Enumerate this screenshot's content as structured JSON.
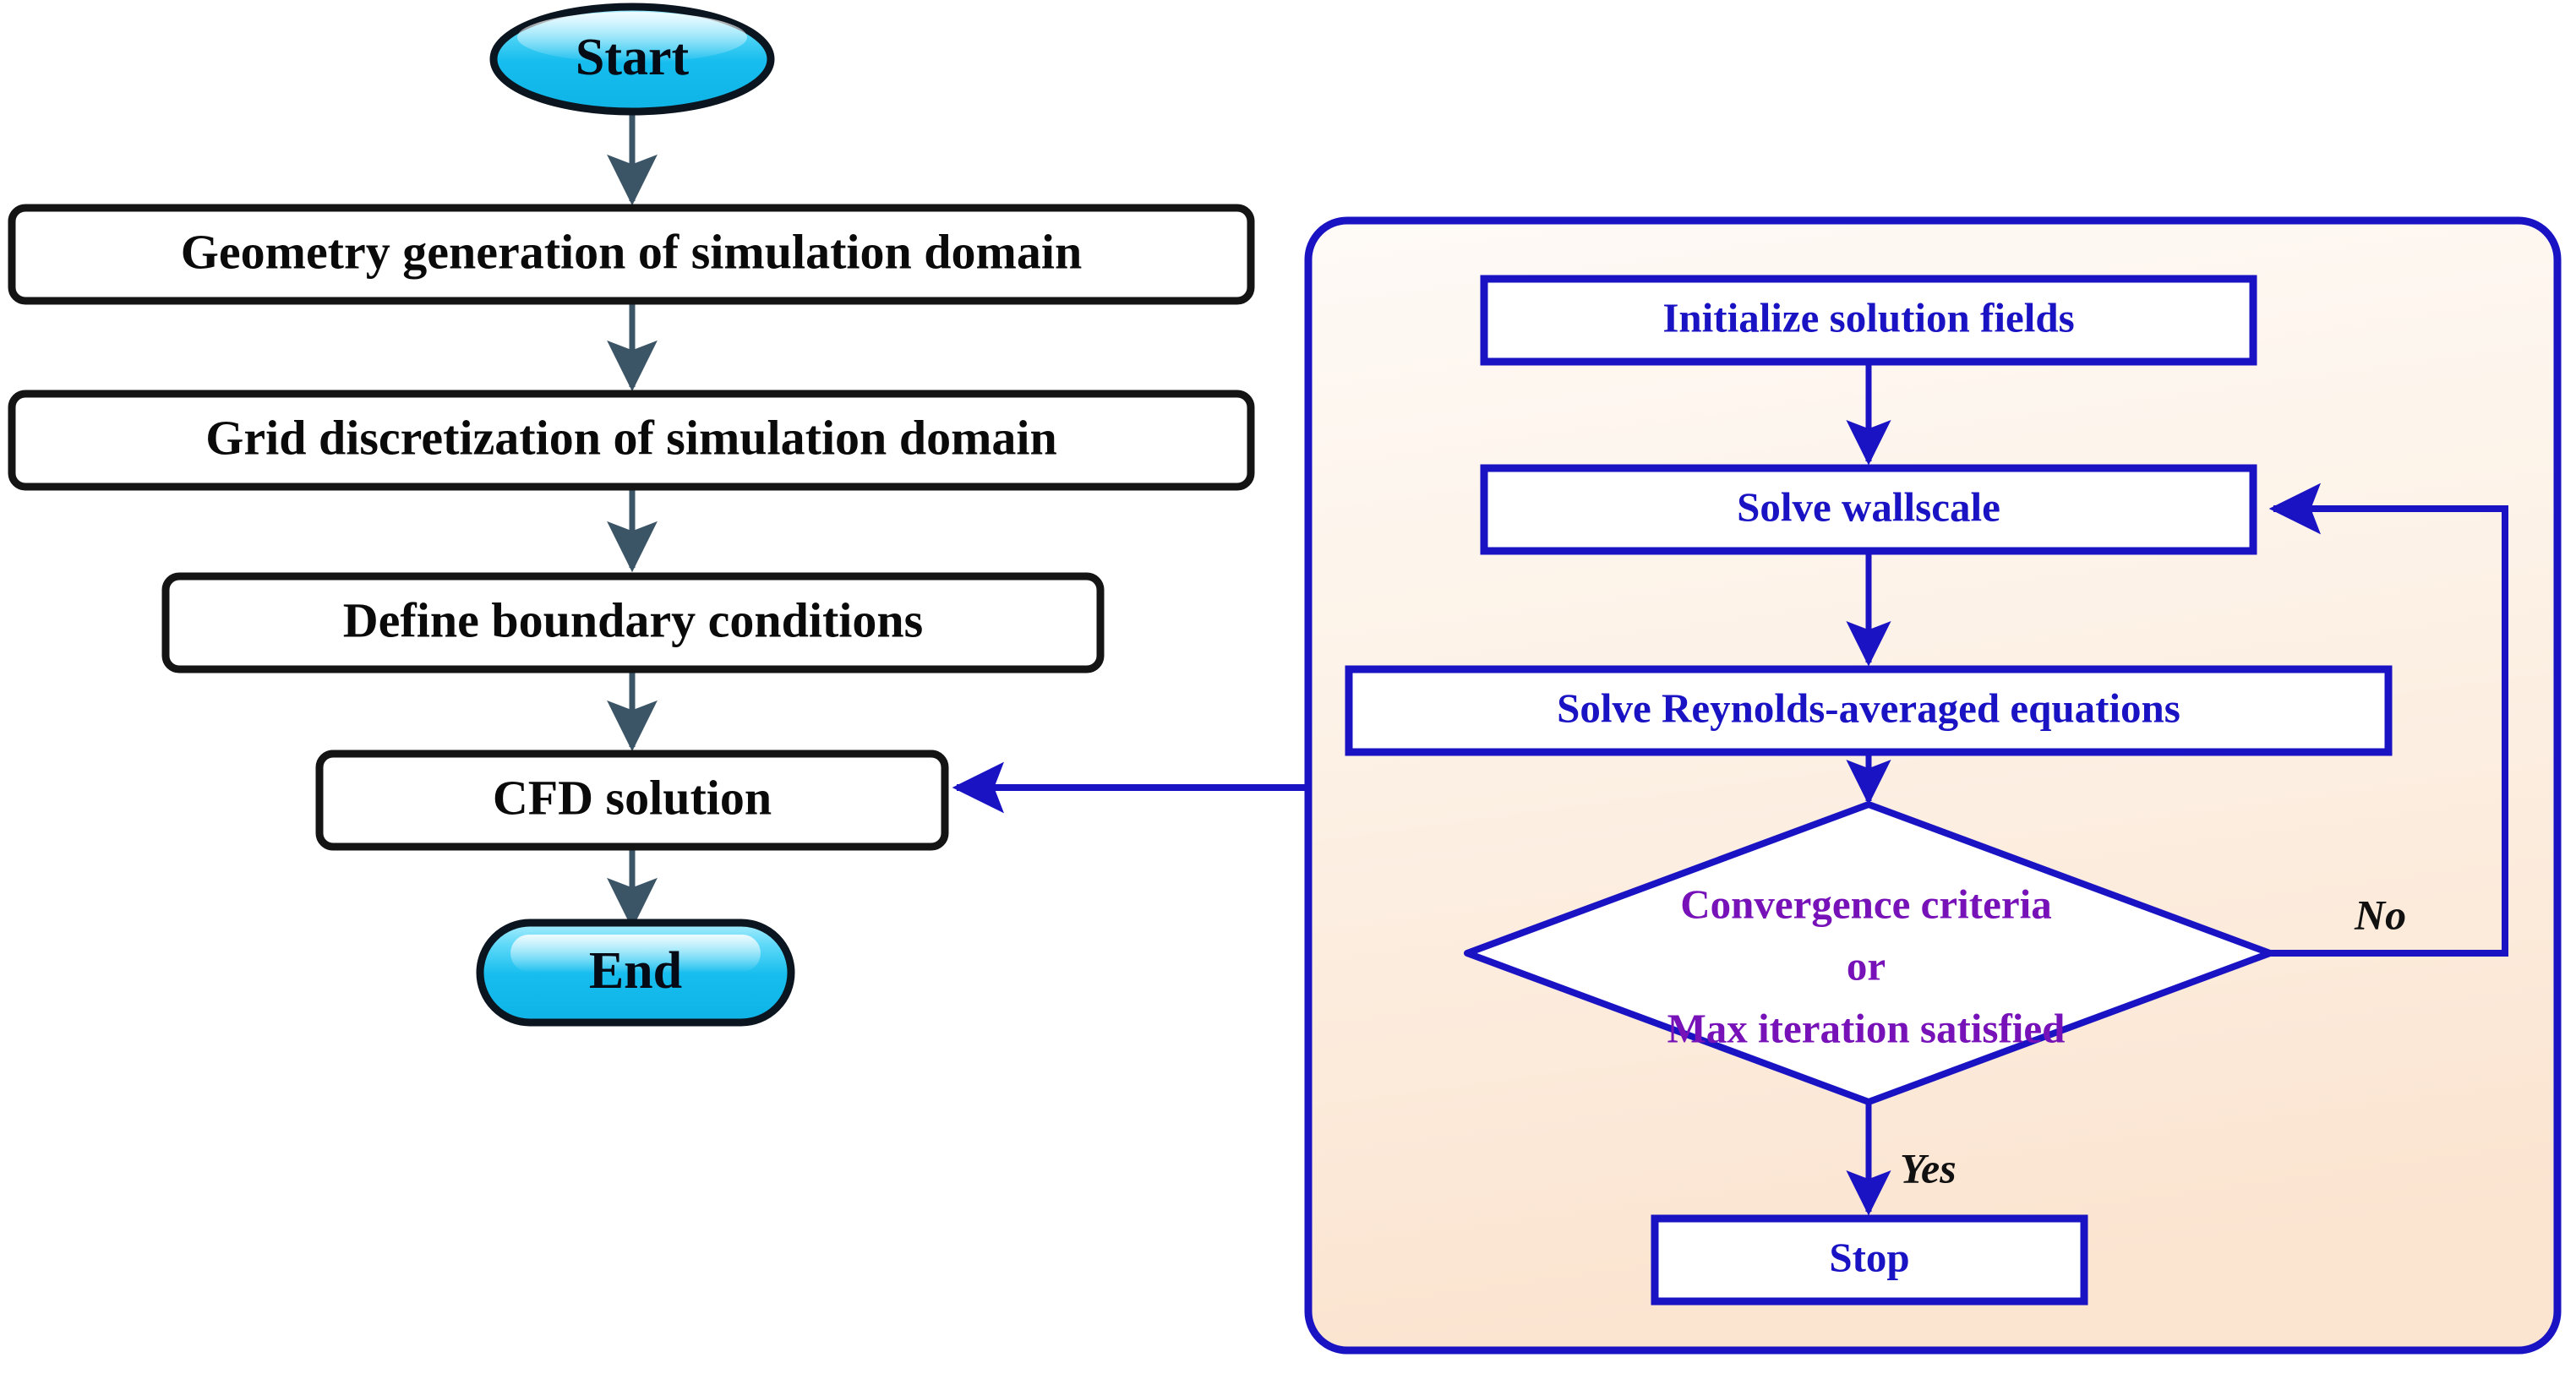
{
  "diagram": {
    "title": "CFD simulation workflow flowchart",
    "colors": {
      "terminator_fill_light": "#8fe6fb",
      "terminator_fill_dark": "#0cb8e8",
      "terminator_stroke": "#0b1520",
      "process_stroke": "#141414",
      "process_fill": "#ffffff",
      "arrow_gray": "#3c5566",
      "panel_border": "#1a13c4",
      "panel_fill_top": "#fdf4ec",
      "panel_fill_bottom": "#fbe6d3",
      "blue_text": "#1a13c4",
      "purple_text": "#7712b8",
      "branch_text": "#111111"
    },
    "left_flow": {
      "nodes": [
        {
          "id": "start",
          "label": "Start",
          "shape": "ellipse"
        },
        {
          "id": "geometry",
          "label": "Geometry generation of simulation domain",
          "shape": "rounded-rect"
        },
        {
          "id": "grid",
          "label": "Grid discretization of simulation domain",
          "shape": "rounded-rect"
        },
        {
          "id": "bc",
          "label": "Define boundary conditions",
          "shape": "rounded-rect"
        },
        {
          "id": "cfd",
          "label": "CFD solution",
          "shape": "rounded-rect"
        },
        {
          "id": "end",
          "label": "End",
          "shape": "stadium"
        }
      ]
    },
    "right_panel": {
      "nodes": [
        {
          "id": "initialize",
          "label": "Initialize solution fields",
          "shape": "rect"
        },
        {
          "id": "wallscale",
          "label": "Solve wallscale",
          "shape": "rect"
        },
        {
          "id": "reynolds",
          "label": "Solve Reynolds-averaged equations",
          "shape": "rect"
        },
        {
          "id": "stop",
          "label": "Stop",
          "shape": "rect"
        }
      ],
      "decision": {
        "id": "convergence",
        "shape": "diamond",
        "line1": "Convergence criteria",
        "line2": "or",
        "line3": "Max iteration satisfied"
      },
      "branch_labels": {
        "no": "No",
        "yes": "Yes"
      }
    },
    "edges": [
      {
        "from": "start",
        "to": "geometry",
        "kind": "gray-vertical"
      },
      {
        "from": "geometry",
        "to": "grid",
        "kind": "gray-vertical"
      },
      {
        "from": "grid",
        "to": "bc",
        "kind": "gray-vertical"
      },
      {
        "from": "bc",
        "to": "cfd",
        "kind": "gray-vertical"
      },
      {
        "from": "cfd",
        "to": "end",
        "kind": "gray-vertical"
      },
      {
        "from": "panel",
        "to": "cfd",
        "kind": "blue-horizontal"
      },
      {
        "from": "initialize",
        "to": "wallscale",
        "kind": "blue-vertical"
      },
      {
        "from": "wallscale",
        "to": "reynolds",
        "kind": "blue-vertical"
      },
      {
        "from": "reynolds",
        "to": "convergence",
        "kind": "blue-vertical"
      },
      {
        "from": "convergence",
        "to": "wallscale",
        "kind": "blue-feedback",
        "label": "No"
      },
      {
        "from": "convergence",
        "to": "stop",
        "kind": "blue-vertical",
        "label": "Yes"
      }
    ]
  }
}
